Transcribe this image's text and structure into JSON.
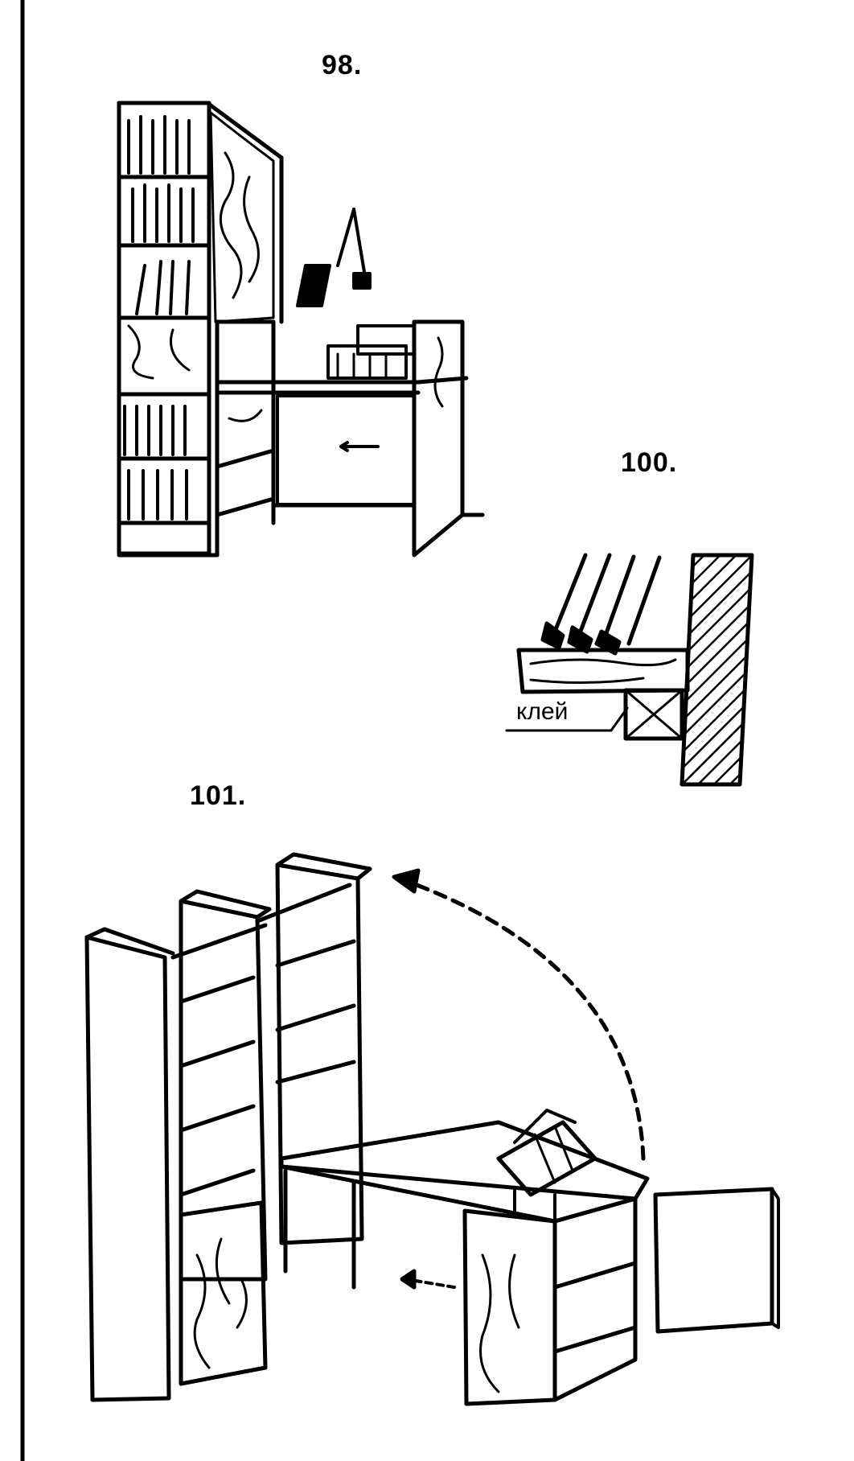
{
  "figures": {
    "fig98": {
      "label": "98."
    },
    "fig100": {
      "label": "100.",
      "glue_label": "клей"
    },
    "fig101": {
      "label": "101."
    }
  }
}
